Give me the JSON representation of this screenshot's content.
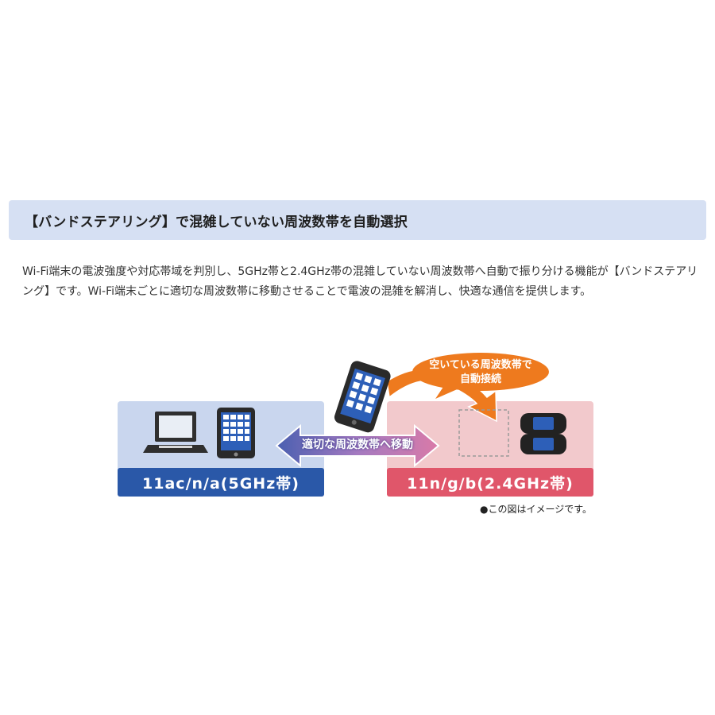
{
  "section": {
    "heading": "【バンドステアリング】で混雑していない周波数帯を自動選択",
    "description": "Wi-Fi端末の電波強度や対応帯域を判別し、5GHz帯と2.4GHz帯の混雑していない周波数帯へ自動で振り分ける機能が【バンドステアリング】です。Wi-Fi端末ごとに適切な周波数帯に移動させることで電波の混雑を解消し、快適な通信を提供します。"
  },
  "diagram": {
    "band_5ghz_label": "11ac/n/a(5GHz帯)",
    "band_24ghz_label": "11n/g/b(2.4GHz帯)",
    "move_label": "適切な周波数帯へ移動",
    "callout_line1": "空いている周波数帯で",
    "callout_line2": "自動接続",
    "note": "●この図はイメージです。",
    "colors": {
      "band_5ghz_bg": "#c9d6ee",
      "band_5ghz_bar": "#2a58a8",
      "band_24ghz_bg": "#f2c9cc",
      "band_24ghz_bar": "#e0566a",
      "callout": "#ee7a1e",
      "arrow_left": "#4a5fb0",
      "arrow_right": "#d97aa8"
    },
    "icons": [
      "laptop-icon",
      "tablet-icon",
      "smartphone-icon",
      "game-console-icon"
    ]
  }
}
